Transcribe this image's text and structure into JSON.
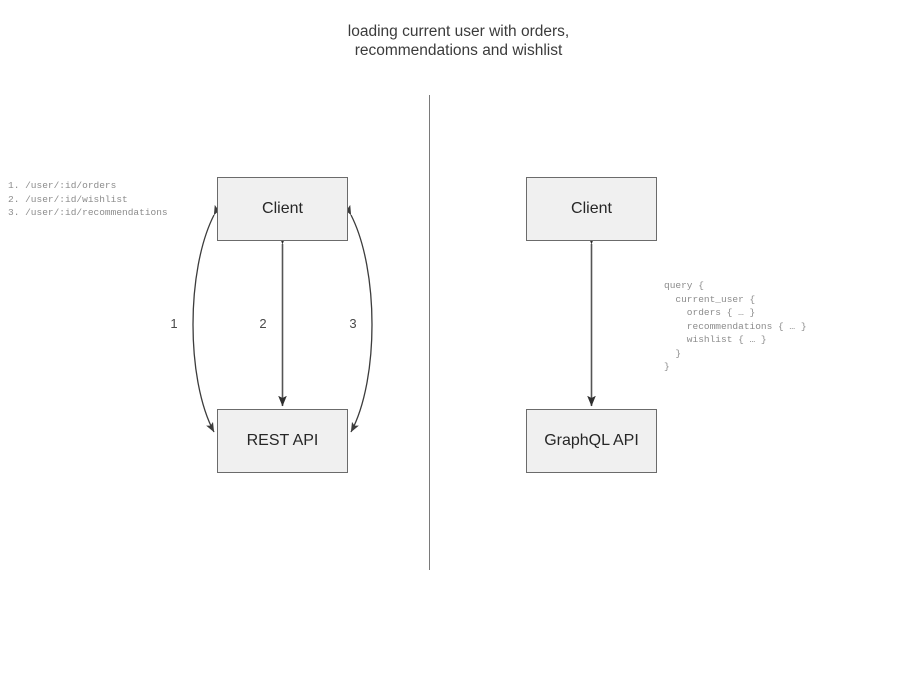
{
  "title": "loading current user with orders,\nrecommendations and wishlist",
  "divider": {
    "label": "vertical-separator"
  },
  "rest_side": {
    "client_label": "Client",
    "api_label": "REST API",
    "edge_labels": [
      "1",
      "2",
      "3"
    ],
    "endpoints_note": "1. /user/:id/orders\n2. /user/:id/wishlist\n3. /user/:id/recommendations"
  },
  "graphql_side": {
    "client_label": "Client",
    "api_label": "GraphQL API",
    "query_note": "query {\n  current_user {\n    orders { … }\n    recommendations { … }\n    wishlist { … }\n  }\n}"
  },
  "colors": {
    "box_fill": "#f0f0f0",
    "box_border": "#6b6b6b",
    "text": "#262626",
    "note_text": "#8c8c8c",
    "arrow": "#3c3c3c",
    "divider": "#7a7a7a",
    "background": "#ffffff"
  }
}
